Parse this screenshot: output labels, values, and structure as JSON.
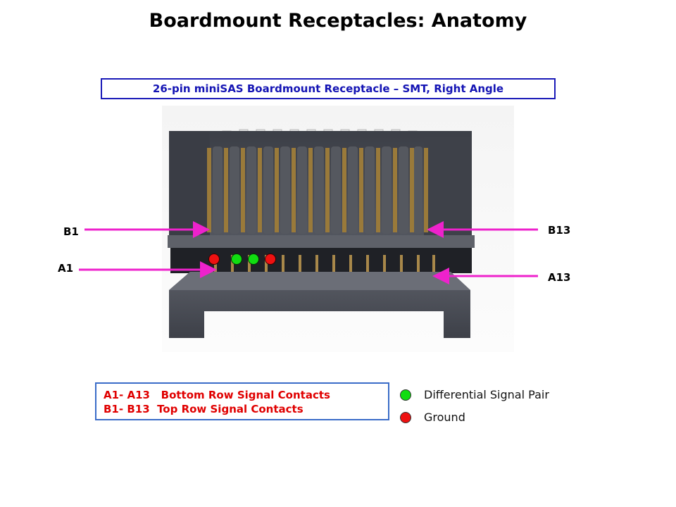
{
  "title": "Boardmount Receptacles: Anatomy",
  "subtitle": "26-pin miniSAS Boardmount Receptacle – SMT, Right Angle",
  "pin_labels": {
    "b1": "B1",
    "a1": "A1",
    "b13": "B13",
    "a13": "A13"
  },
  "legend_box": {
    "line1": "A1- A13   Bottom Row Signal Contacts",
    "line2": "B1- B13  Top Row Signal Contacts"
  },
  "key": {
    "differential": {
      "label": "Differential Signal Pair",
      "color": "#11dd11"
    },
    "ground": {
      "label": "Ground",
      "color": "#ee1111"
    }
  },
  "colors": {
    "arrow": "#ee22cc",
    "connector_body": "#474a52",
    "contacts": "#9a7a3a"
  }
}
